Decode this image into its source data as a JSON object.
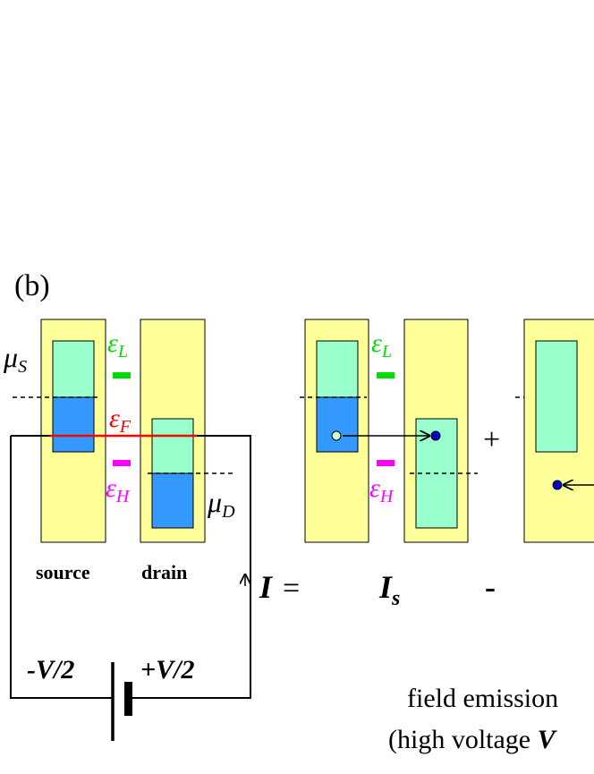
{
  "panel_label": "(b)",
  "symbols": {
    "mu_s": {
      "main": "μ",
      "sub": "S"
    },
    "mu_d": {
      "main": "μ",
      "sub": "D"
    },
    "eps_l": {
      "main": "ε",
      "sub": "L"
    },
    "eps_f": {
      "main": "ε",
      "sub": "F"
    },
    "eps_h": {
      "main": "ε",
      "sub": "H"
    }
  },
  "labels": {
    "source": "source",
    "drain": "drain",
    "neg_voltage": "-V/2",
    "pos_voltage": "+V/2"
  },
  "equation": {
    "current": "I",
    "equals": "=",
    "source_current": "I",
    "source_current_sub": "s",
    "plus": "+",
    "minus": "-"
  },
  "caption": {
    "line1": "field emission",
    "line2_prefix": "(high voltage ",
    "line2_var": "V"
  },
  "colors": {
    "electrode": "#ffff99",
    "filled_band": "#3399ff",
    "empty_band": "#99ffcc",
    "lumo": "#00dd00",
    "homo": "#ff00ff",
    "fermi": "#ff0000",
    "electron": "#0000cc",
    "hole": "#ccffcc"
  }
}
